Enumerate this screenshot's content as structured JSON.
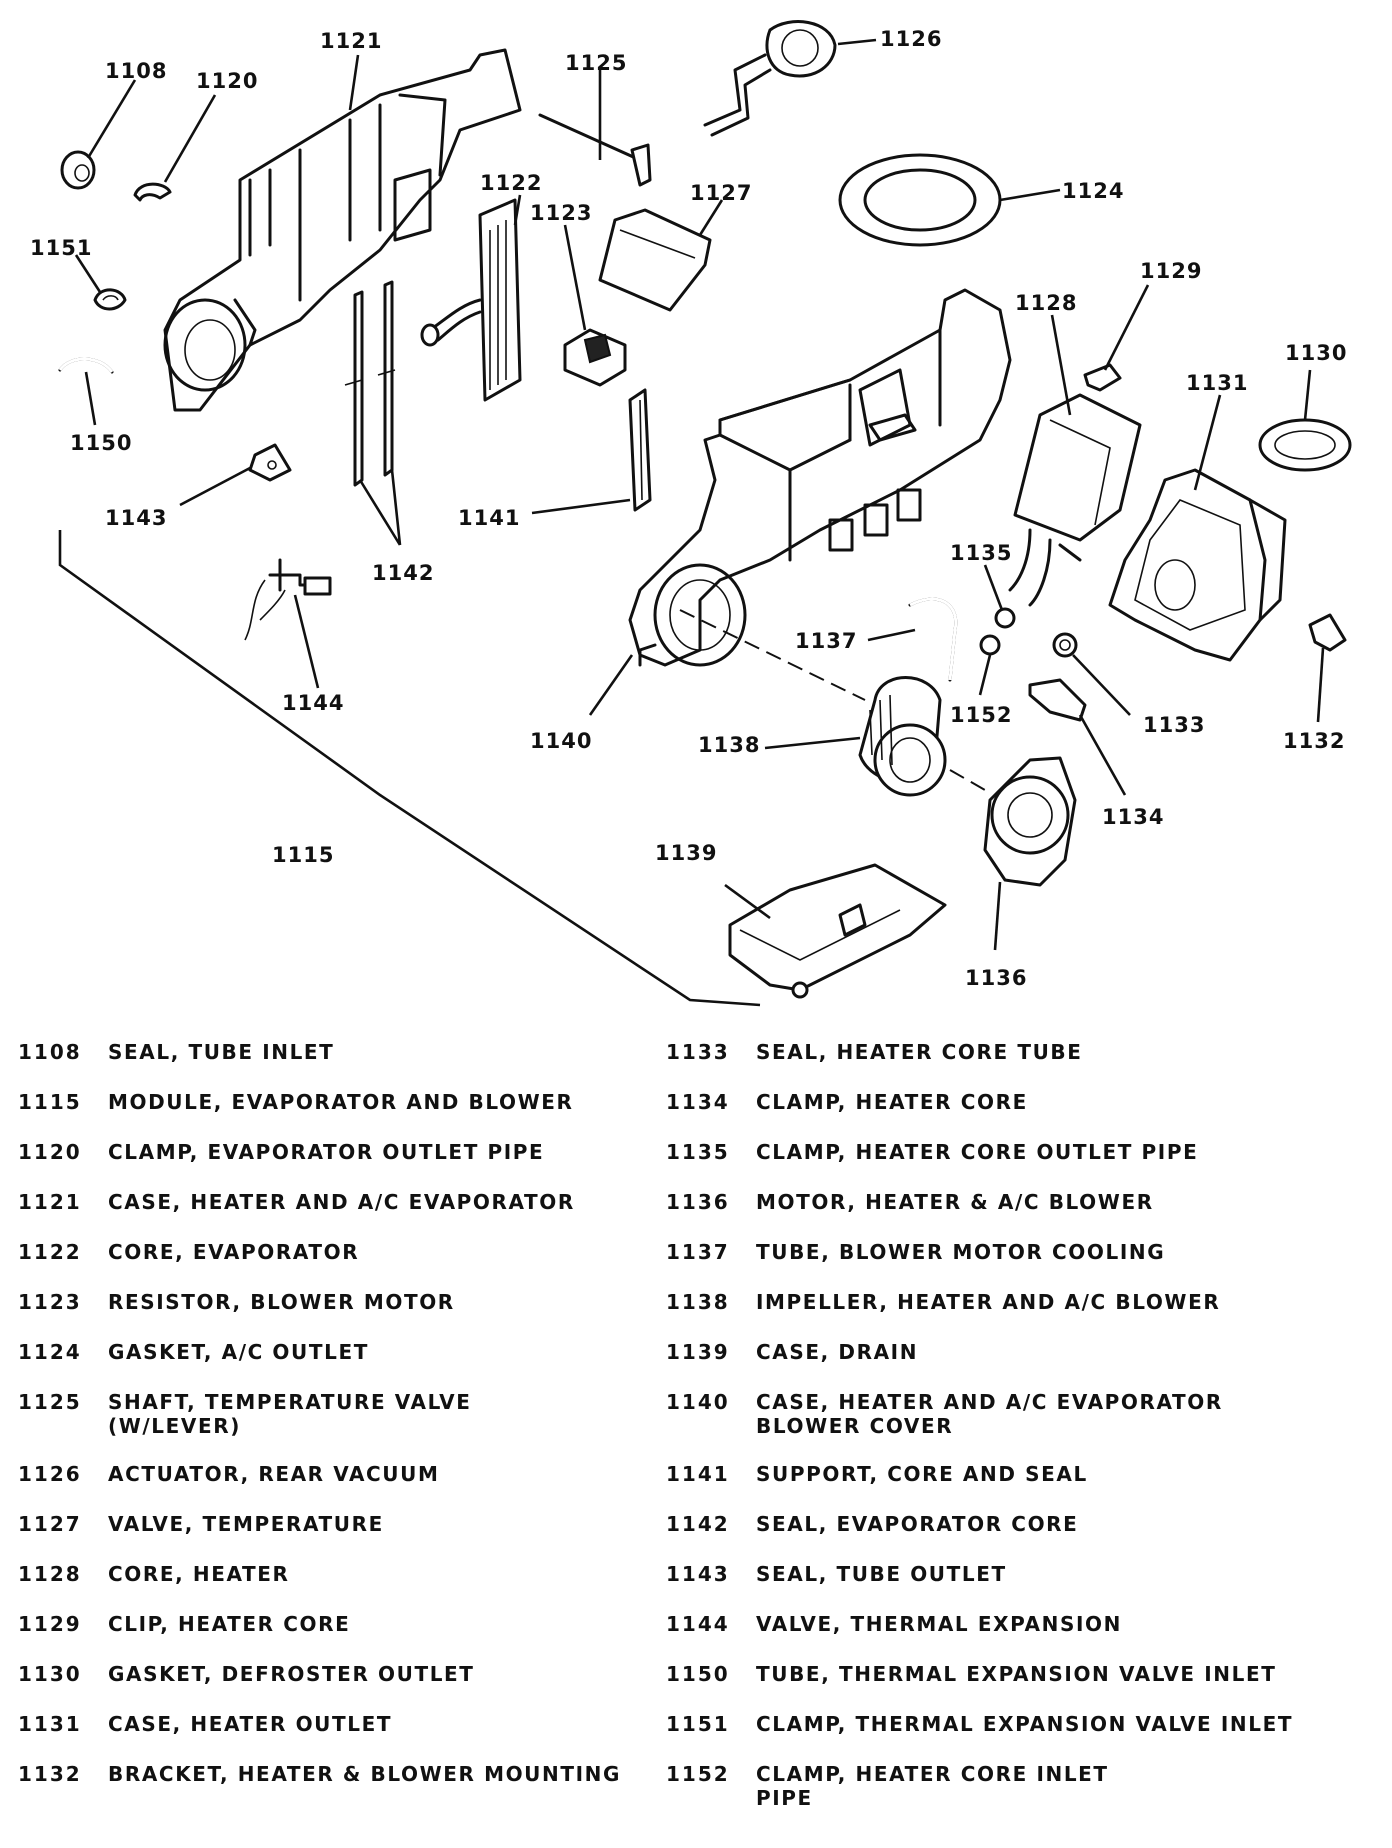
{
  "callouts": {
    "c1108": "1108",
    "c1120": "1120",
    "c1121": "1121",
    "c1125": "1125",
    "c1126": "1126",
    "c1122": "1122",
    "c1123": "1123",
    "c1127": "1127",
    "c1124": "1124",
    "c1151": "1151",
    "c1150": "1150",
    "c1129": "1129",
    "c1128": "1128",
    "c1130": "1130",
    "c1131": "1131",
    "c1143": "1143",
    "c1141": "1141",
    "c1142": "1142",
    "c1135": "1135",
    "c1137": "1137",
    "c1144": "1144",
    "c1152": "1152",
    "c1133": "1133",
    "c1132": "1132",
    "c1140": "1140",
    "c1138": "1138",
    "c1134": "1134",
    "c1115": "1115",
    "c1139": "1139",
    "c1136": "1136"
  },
  "legend": {
    "left": [
      {
        "num": "1108",
        "desc": "SEAL, TUBE INLET"
      },
      {
        "num": "1115",
        "desc": "MODULE, EVAPORATOR AND BLOWER"
      },
      {
        "num": "1120",
        "desc": "CLAMP, EVAPORATOR OUTLET PIPE"
      },
      {
        "num": "1121",
        "desc": "CASE, HEATER AND A/C EVAPORATOR"
      },
      {
        "num": "1122",
        "desc": "CORE, EVAPORATOR"
      },
      {
        "num": "1123",
        "desc": "RESISTOR, BLOWER MOTOR"
      },
      {
        "num": "1124",
        "desc": "GASKET, A/C OUTLET"
      },
      {
        "num": "1125",
        "desc": "SHAFT, TEMPERATURE VALVE\n(W/LEVER)"
      },
      {
        "num": "1126",
        "desc": "ACTUATOR, REAR VACUUM"
      },
      {
        "num": "1127",
        "desc": "VALVE, TEMPERATURE"
      },
      {
        "num": "1128",
        "desc": "CORE, HEATER"
      },
      {
        "num": "1129",
        "desc": "CLIP, HEATER CORE"
      },
      {
        "num": "1130",
        "desc": "GASKET, DEFROSTER OUTLET"
      },
      {
        "num": "1131",
        "desc": "CASE, HEATER OUTLET"
      },
      {
        "num": "1132",
        "desc": "BRACKET, HEATER & BLOWER MOUNTING"
      }
    ],
    "right": [
      {
        "num": "1133",
        "desc": "SEAL, HEATER CORE TUBE"
      },
      {
        "num": "1134",
        "desc": "CLAMP, HEATER CORE"
      },
      {
        "num": "1135",
        "desc": "CLAMP, HEATER CORE OUTLET PIPE"
      },
      {
        "num": "1136",
        "desc": "MOTOR, HEATER & A/C BLOWER"
      },
      {
        "num": "1137",
        "desc": "TUBE, BLOWER MOTOR COOLING"
      },
      {
        "num": "1138",
        "desc": "IMPELLER, HEATER AND A/C BLOWER"
      },
      {
        "num": "1139",
        "desc": "CASE, DRAIN"
      },
      {
        "num": "1140",
        "desc": "CASE, HEATER AND A/C EVAPORATOR\nBLOWER COVER"
      },
      {
        "num": "1141",
        "desc": "SUPPORT, CORE AND SEAL"
      },
      {
        "num": "1142",
        "desc": "SEAL, EVAPORATOR CORE"
      },
      {
        "num": "1143",
        "desc": "SEAL, TUBE OUTLET"
      },
      {
        "num": "1144",
        "desc": "VALVE, THERMAL EXPANSION"
      },
      {
        "num": "1150",
        "desc": "TUBE, THERMAL EXPANSION VALVE INLET"
      },
      {
        "num": "1151",
        "desc": "CLAMP, THERMAL EXPANSION VALVE INLET"
      },
      {
        "num": "1152",
        "desc": "CLAMP, HEATER CORE INLET\nPIPE"
      }
    ]
  }
}
